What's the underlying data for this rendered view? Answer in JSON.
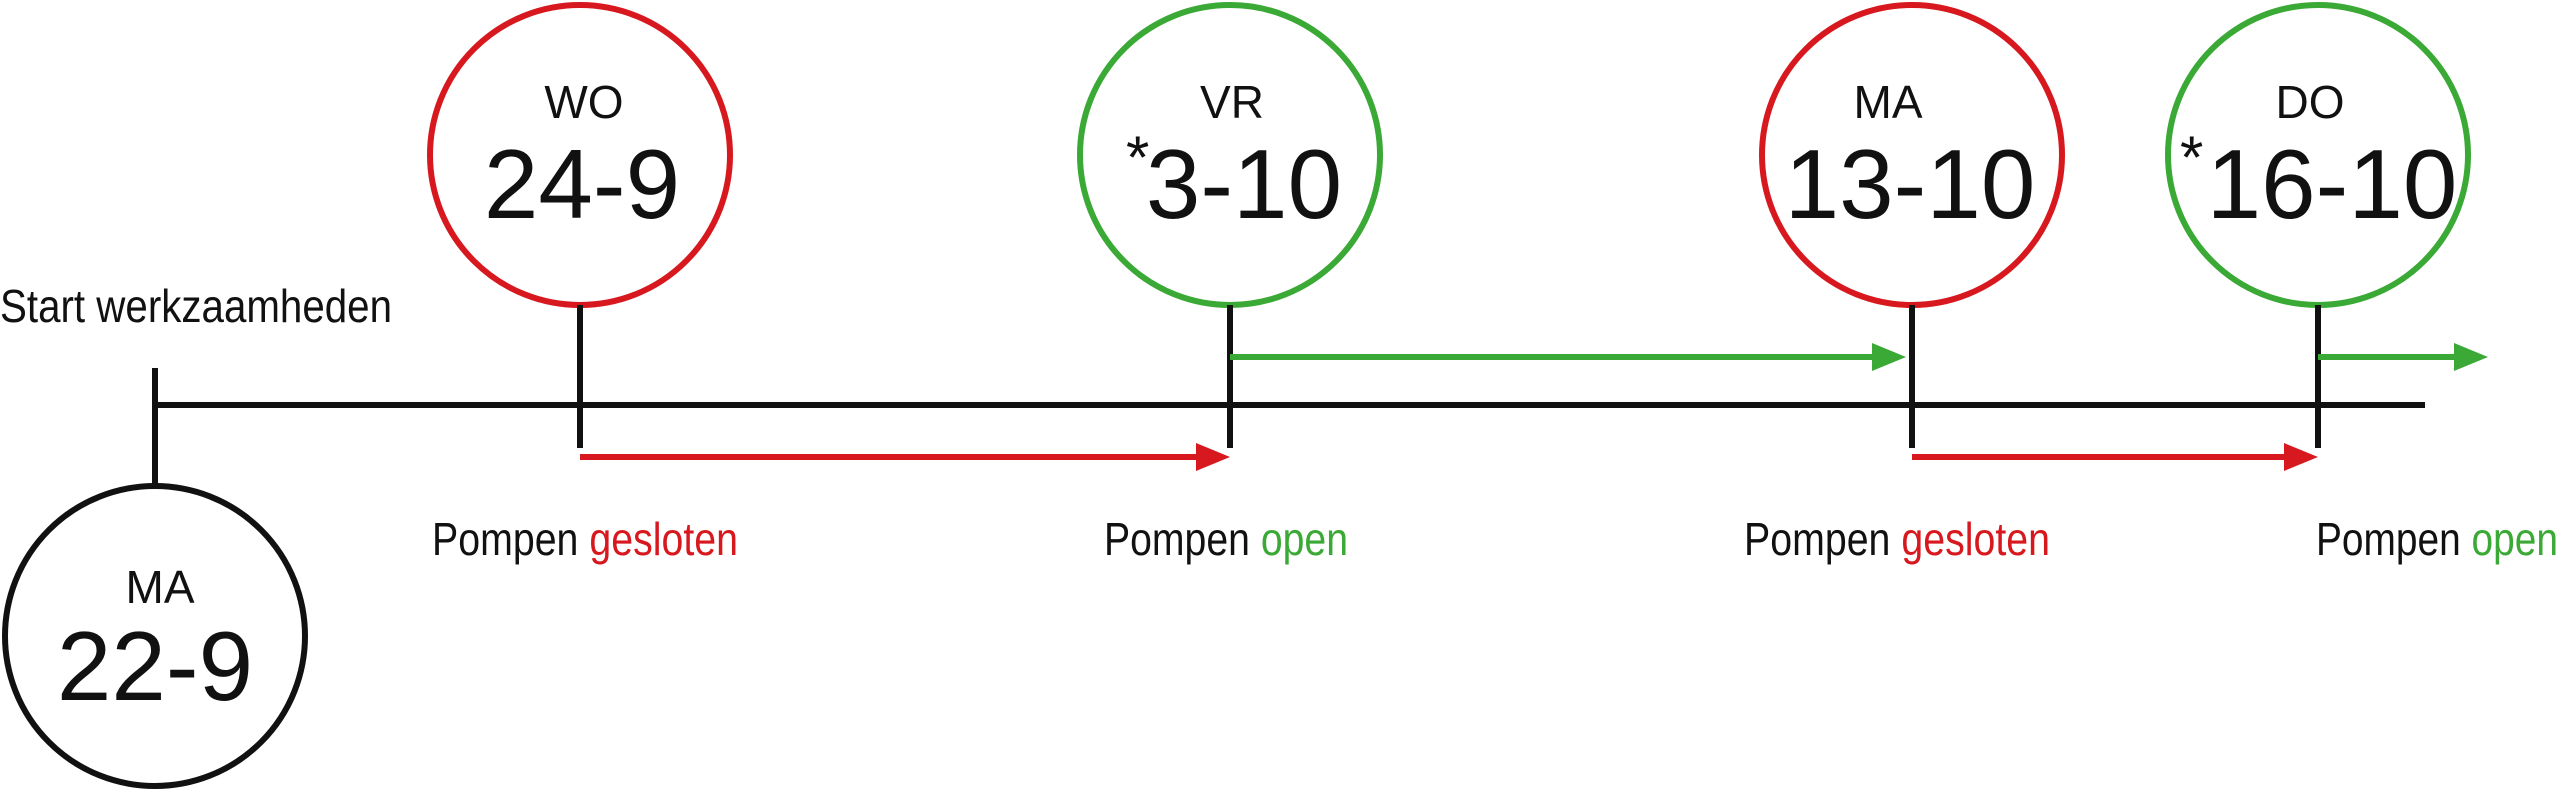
{
  "title": "Start werkzaamheden",
  "colors": {
    "line": "#111111",
    "closed": "#d7191f",
    "open": "#3aa935",
    "start": "#111111"
  },
  "events": [
    {
      "id": "start",
      "day": "MA",
      "date": "22-9",
      "asterisk": false,
      "status": "start"
    },
    {
      "id": "e1",
      "day": "WO",
      "date": "24-9",
      "asterisk": false,
      "status": "closed",
      "label_prefix": "Pompen",
      "label_state": "gesloten"
    },
    {
      "id": "e2",
      "day": "VR",
      "date": "3-10",
      "asterisk": true,
      "status": "open",
      "label_prefix": "Pompen",
      "label_state": "open"
    },
    {
      "id": "e3",
      "day": "MA",
      "date": "13-10",
      "asterisk": false,
      "status": "closed",
      "label_prefix": "Pompen",
      "label_state": "gesloten"
    },
    {
      "id": "e4",
      "day": "DO",
      "date": "16-10",
      "asterisk": true,
      "status": "open",
      "label_prefix": "Pompen",
      "label_state": "open"
    }
  ],
  "asterisk_symbol": "*"
}
